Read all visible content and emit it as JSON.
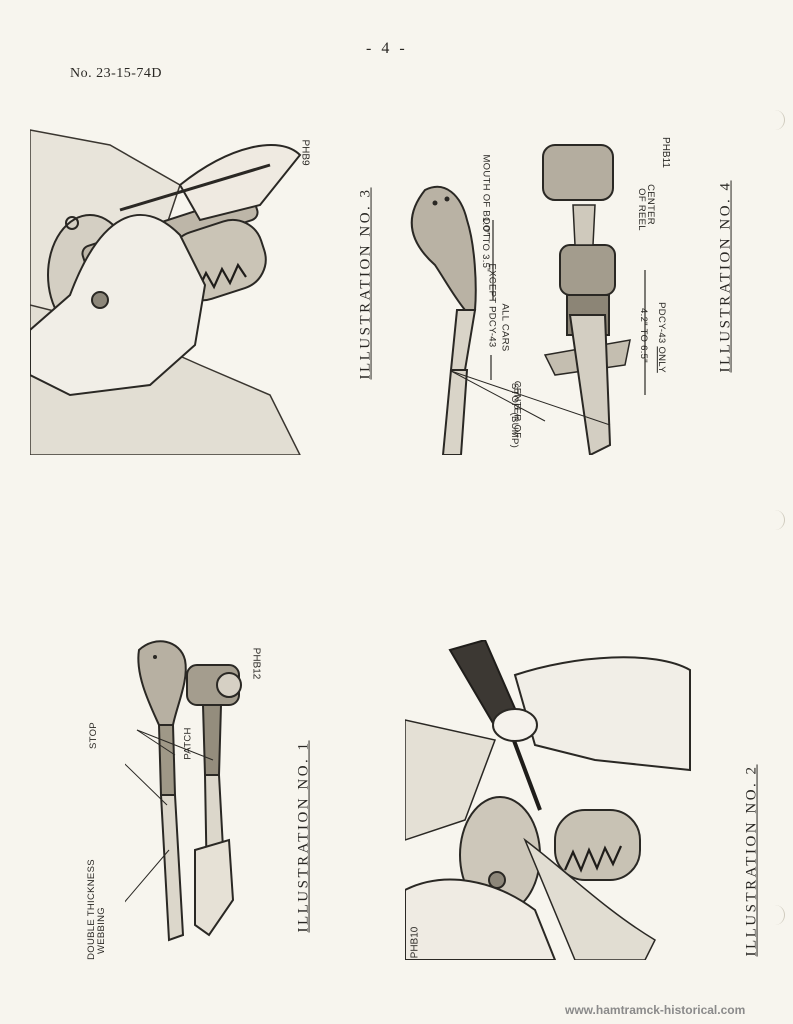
{
  "header": {
    "page_number": "- 4 -",
    "doc_number": "No. 23-15-74D"
  },
  "illustrations": [
    {
      "title": "ILLUSTRATION NO. 3",
      "code": "PHB9"
    },
    {
      "title": "ILLUSTRATION NO. 4",
      "code": "PHB11",
      "labels": {
        "mouth": "MOUTH OF BOOT",
        "range1": "1.0\" TO 3.5\"",
        "allcars_1": "ALL CARS",
        "allcars_2": "EXCEPT PDCY-43",
        "stop_1": "CENTER OF",
        "stop_2": "STOP (BUMP)",
        "reel_1": "CENTER",
        "reel_2": "OF REEL",
        "range2": "4.2\" TO 6.5\"",
        "pdcy_a": "PDCY-43 ",
        "pdcy_b": "ONLY"
      }
    },
    {
      "title": "ILLUSTRATION NO. 1",
      "code": "PHB12",
      "labels": {
        "stop": "STOP",
        "patch": "PATCH",
        "double_1": "DOUBLE THICKNESS",
        "double_2": "WEBBING"
      }
    },
    {
      "title": "ILLUSTRATION NO. 2",
      "code": "PHB10"
    }
  ],
  "watermark": "www.hamtramck-historical.com"
}
